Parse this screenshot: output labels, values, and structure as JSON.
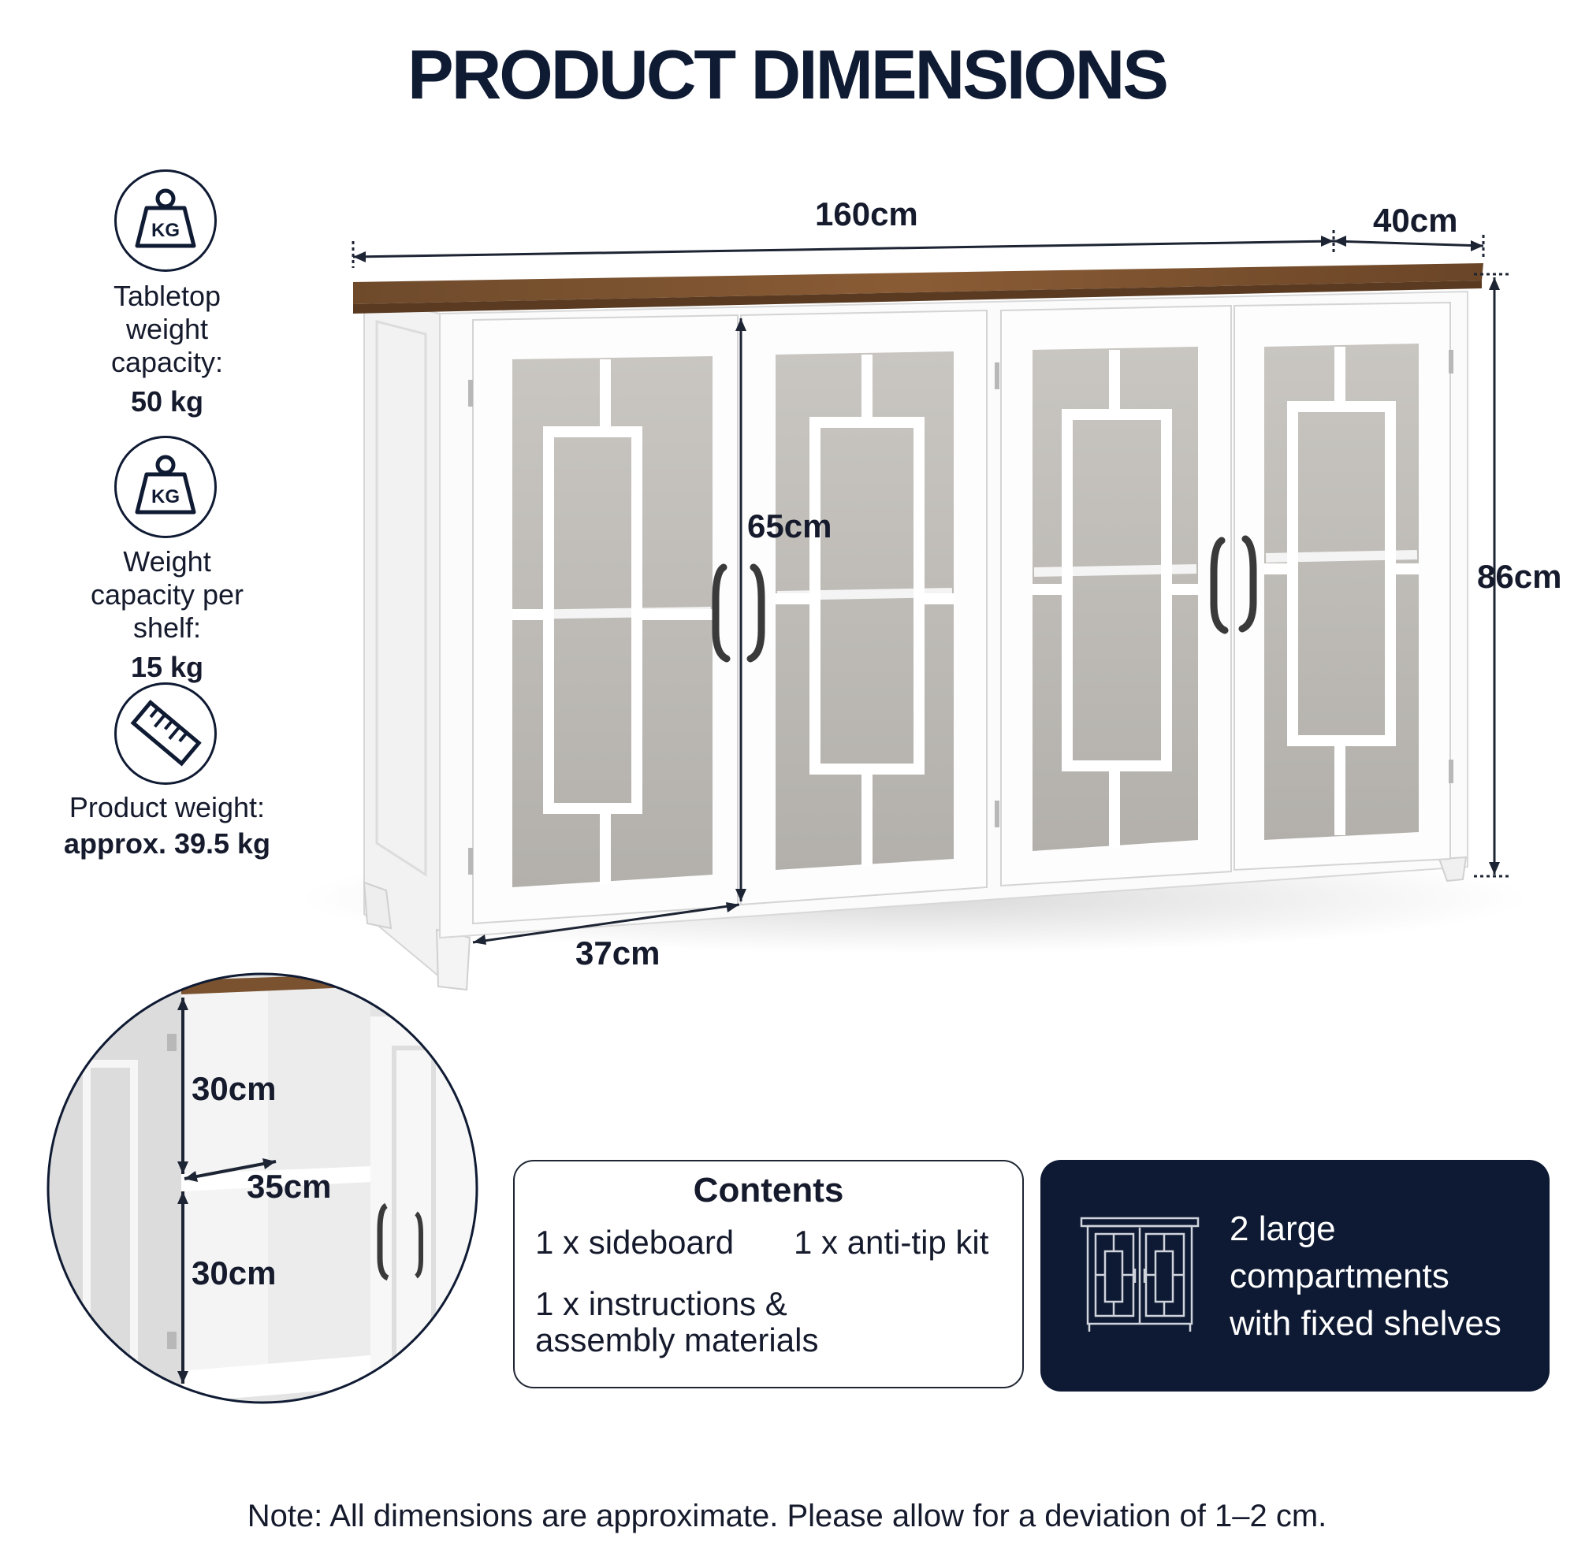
{
  "title": "PRODUCT DIMENSIONS",
  "specs": [
    {
      "icon": "weight-kg-icon",
      "icon_text": "KG",
      "label": "Tabletop weight capacity:",
      "value": "50 kg"
    },
    {
      "icon": "weight-kg-icon",
      "icon_text": "KG",
      "label": "Weight capacity per shelf:",
      "value": "15 kg"
    },
    {
      "icon": "ruler-icon",
      "label": "Product weight:",
      "value": "approx. 39.5 kg"
    }
  ],
  "dimensions": {
    "width": "160cm",
    "depth_top": "40cm",
    "height_total": "86cm",
    "height_body": "65cm",
    "depth_side": "37cm"
  },
  "detail": {
    "shelf_upper": "30cm",
    "shelf_depth": "35cm",
    "shelf_lower": "30cm"
  },
  "contents": {
    "title": "Contents",
    "items": [
      "1 x sideboard",
      "1 x anti-tip kit",
      "1 x instructions &",
      "assembly materials"
    ]
  },
  "feature": {
    "icon": "sideboard-outline-icon",
    "lines": [
      "2 large",
      "compartments",
      "with fixed shelves"
    ]
  },
  "note": "Note: All dimensions are approximate. Please allow for a deviation of 1–2 cm.",
  "colors": {
    "navy": "#0e1a33",
    "wood": "#7a5230",
    "cabinet_white": "#fafafa",
    "text": "#151a2c"
  }
}
